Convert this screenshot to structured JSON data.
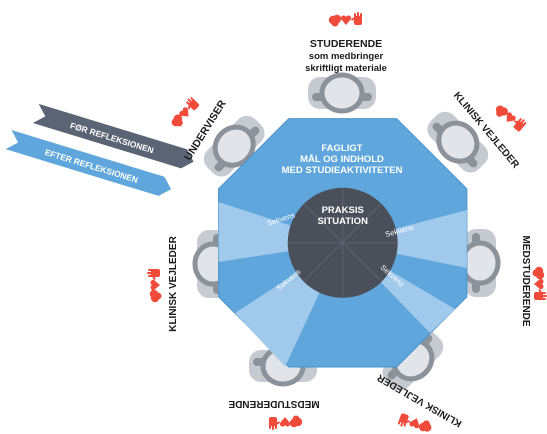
{
  "center": {
    "line1": "PRAKSIS",
    "line2": "SITUATION"
  },
  "goal": {
    "line1": "FAGLIGT",
    "line2": "MÅL OG INDHOLD",
    "line3": "MED STUDIEAKTIVITETEN"
  },
  "sequences": [
    "Sekvens",
    "Sekvens",
    "Sekvens",
    "Sekvens"
  ],
  "arrows": {
    "before": "FØR REFLEKSIONEN",
    "after": "EFTER REFLEKSIONEN"
  },
  "roles": {
    "student_line1": "STUDERENDE",
    "student_line2": "som medbringer",
    "student_line3": "skriftligt materiale",
    "teacher": "UNDERVISER",
    "supervisor_top_right": "KLINISK VEJLEDER",
    "supervisor_left": "KLINISK VEJLEDER",
    "supervisor_bottom_right": "KLINISK VEJLEDER",
    "fellow_student_right": "MEDSTUDERENDE",
    "fellow_student_bottom": "MEDSTUDERENDE"
  },
  "colors": {
    "table": "#5ea6dc",
    "center": "#4a4f5a",
    "seat": "#d3d7dc",
    "person": "#8c9299",
    "head": "#e1e4e8",
    "icons": "#ef4a3a",
    "arrow_before": "#5a6474",
    "arrow_after": "#5ea6dc"
  },
  "icons": [
    "brain-icon",
    "heart-icon",
    "hand-icon"
  ]
}
